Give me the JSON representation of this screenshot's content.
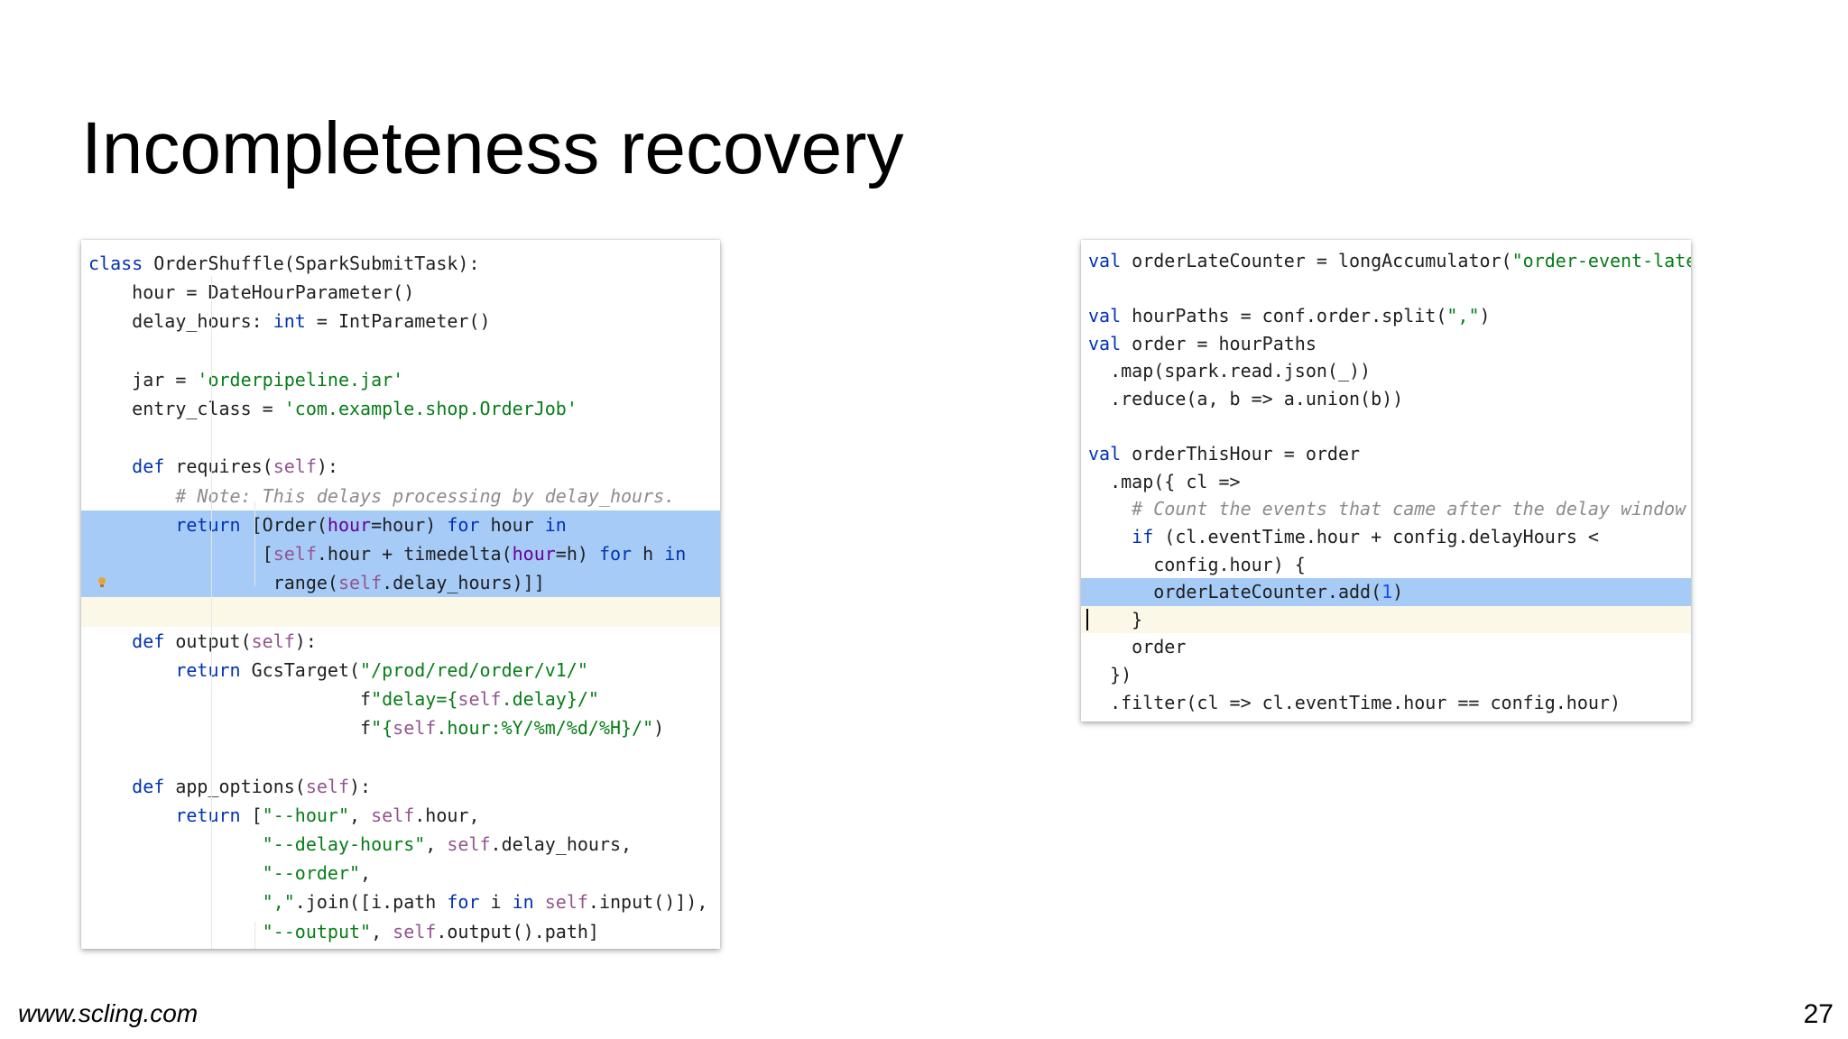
{
  "slide": {
    "title": "Incompleteness recovery",
    "footer_url": "www.scling.com",
    "page_number": "27"
  },
  "left_code": {
    "language": "python",
    "lines": [
      "class OrderShuffle(SparkSubmitTask):",
      "    hour = DateHourParameter()",
      "    delay_hours: int = IntParameter()",
      "",
      "    jar = 'orderpipeline.jar'",
      "    entry_class = 'com.example.shop.OrderJob'",
      "",
      "    def requires(self):",
      "        # Note: This delays processing by delay_hours.",
      "        return [Order(hour=hour) for hour in",
      "                [self.hour + timedelta(hour=h) for h in",
      "                 range(self.delay_hours)]]",
      "",
      "    def output(self):",
      "        return GcsTarget(\"/prod/red/order/v1/\"",
      "                         f\"delay={self.delay}/\"",
      "                         f\"{self.hour:%Y/%m/%d/%H}/\")",
      "",
      "    def app_options(self):",
      "        return [\"--hour\", self.hour,",
      "                \"--delay-hours\", self.delay_hours,",
      "                \"--order\",",
      "                \",\".join([i.path for i in self.input()]),",
      "                \"--output\", self.output().path]"
    ],
    "selected_lines": [
      9,
      10,
      11
    ],
    "current_line": 12
  },
  "right_code": {
    "language": "scala",
    "lines": [
      "val orderLateCounter = longAccumulator(\"order-event-late\")",
      "",
      "val hourPaths = conf.order.split(\",\")",
      "val order = hourPaths",
      "  .map(spark.read.json(_))",
      "  .reduce(a, b => a.union(b))",
      "",
      "val orderThisHour = order",
      "  .map({ cl =>",
      "    # Count the events that came after the delay window",
      "    if (cl.eventTime.hour + config.delayHours <",
      "      config.hour) {",
      "      orderLateCounter.add(1)",
      "    }",
      "    order",
      "  })",
      "  .filter(cl => cl.eventTime.hour == config.hour)"
    ],
    "selected_lines": [
      12
    ],
    "current_line": 13
  },
  "colors": {
    "keyword": "#0033b3",
    "string": "#067d17",
    "number": "#1750eb",
    "self": "#94558d",
    "comment": "#8c8c8c",
    "selection": "#a6cbf7",
    "current_line": "#fbf8e8"
  }
}
